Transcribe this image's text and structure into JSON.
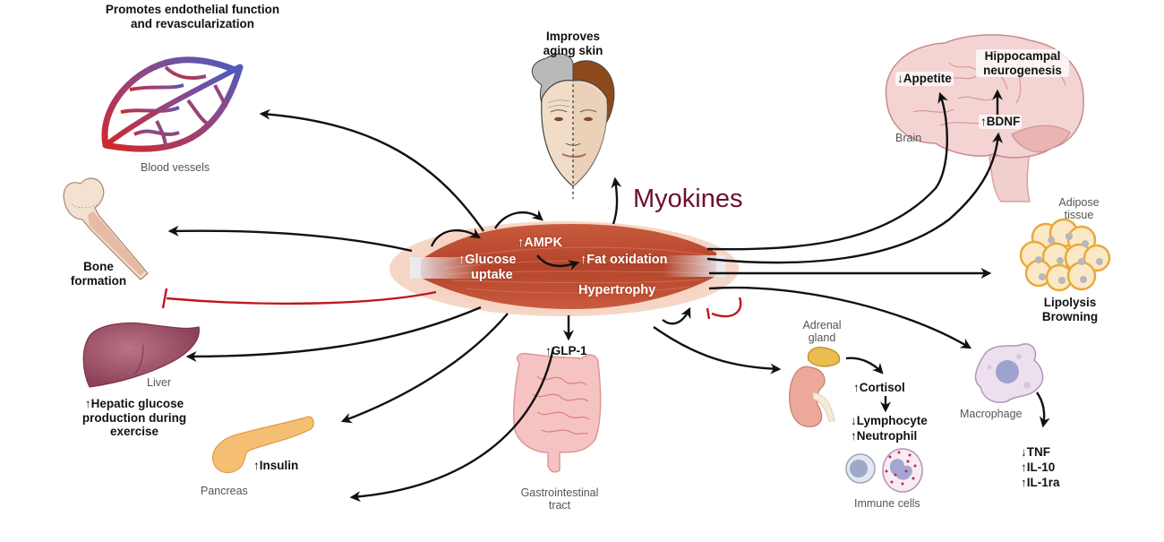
{
  "title": "Myokines",
  "colors": {
    "title": "#6b0f2e",
    "arrow": "#111111",
    "inhibit": "#c0161e",
    "muscle_dark": "#b8452c",
    "muscle_halo": "#f0c4b0",
    "brain": "#f2cfcf",
    "liver": "#9b4e64",
    "pancreas": "#f3b45a",
    "adipose": "#f2b73a",
    "macrophage": "#e6d6ea",
    "kidney": "#eba898",
    "gut": "#f4bcbc"
  },
  "muscle": {
    "labels": {
      "glucose": "↑Glucose",
      "uptake": "uptake",
      "ampk": "↑AMPK",
      "fat_oxidation": "↑Fat oxidation",
      "hypertrophy": "Hypertrophy"
    }
  },
  "targets": {
    "blood_vessels": {
      "effect_line1": "Promotes endothelial function",
      "effect_line2": "and revascularization",
      "organ": "Blood vessels",
      "icon": "blood-vessels-icon"
    },
    "skin": {
      "effect_line1": "Improves",
      "effect_line2": "aging skin",
      "icon": "face-icon"
    },
    "brain": {
      "organ": "Brain",
      "appetite": "↓Appetite",
      "neuro_line1": "Hippocampal",
      "neuro_line2": "neurogenesis",
      "bdnf": "↑BDNF",
      "icon": "brain-icon"
    },
    "bone": {
      "effect_line1": "Bone",
      "effect_line2": "formation",
      "icon": "bone-icon"
    },
    "adipose": {
      "organ_line1": "Adipose",
      "organ_line2": "tissue",
      "effect_line1": "Lipolysis",
      "effect_line2": "Browning",
      "icon": "adipose-cells-icon"
    },
    "liver": {
      "organ": "Liver",
      "effect_line1": "↑Hepatic glucose",
      "effect_line2": "production during",
      "effect_line3": "exercise",
      "icon": "liver-icon"
    },
    "pancreas": {
      "organ": "Pancreas",
      "effect": "↑Insulin",
      "icon": "pancreas-icon"
    },
    "gut": {
      "organ_line1": "Gastrointestinal",
      "organ_line2": "tract",
      "effect": "↑GLP-1",
      "icon": "intestine-icon"
    },
    "adrenal": {
      "organ_line1": "Adrenal",
      "organ_line2": "gland",
      "cortisol": "↑Cortisol",
      "lymphocyte": "↓Lymphocyte",
      "neutrophil": "↑Neutrophil",
      "immune": "Immune cells",
      "icon": "kidney-adrenal-icon"
    },
    "macrophage": {
      "organ": "Macrophage",
      "tnf": "↓TNF",
      "il10": "↑IL-10",
      "il1ra": "↑IL-1ra",
      "icon": "macrophage-icon"
    }
  }
}
